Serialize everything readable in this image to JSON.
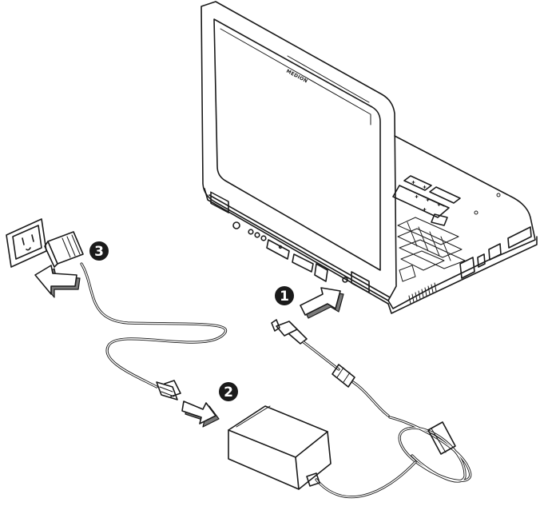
{
  "laptop": {
    "brand_logo": "MEDION"
  },
  "steps": [
    {
      "id": "1",
      "label": "1"
    },
    {
      "id": "2",
      "label": "2"
    },
    {
      "id": "3",
      "label": "3"
    }
  ],
  "colors": {
    "ink": "#1a1a1a",
    "paper": "#ffffff",
    "shade": "#7a7a7a"
  },
  "icons": [
    "laptop-icon",
    "power-adapter-icon",
    "wall-outlet-icon",
    "dc-plug-icon",
    "ac-plug-icon",
    "insert-arrow-icon"
  ]
}
